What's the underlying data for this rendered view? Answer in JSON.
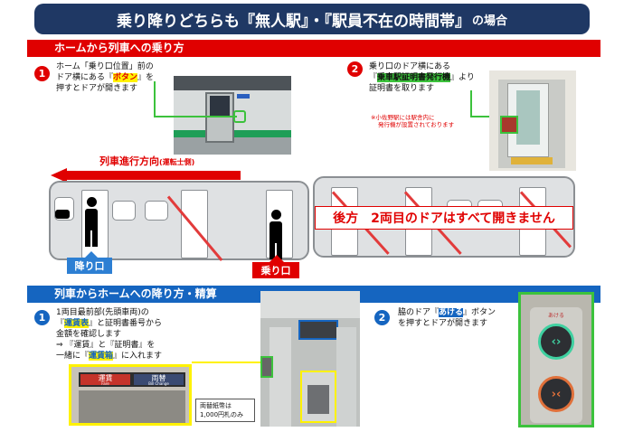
{
  "title": {
    "main": "乗り降りどちらも『無人駅』・『駅員不在の時間帯』",
    "suffix": "の場合"
  },
  "boarding": {
    "heading": "ホームから列車への乗り方",
    "step1": {
      "num": "1",
      "pre": "ホーム「乗り口位置」前の",
      "line2_pre": "ドア横にある『",
      "highlight": "ボタン",
      "line2_post": "』を",
      "line3": "押すとドアが開きます"
    },
    "step2": {
      "num": "2",
      "line1": "乗り口のドア横にある",
      "highlight": "乗車駅証明書発行機",
      "line2_pre": "『",
      "line2_post": "』より",
      "line3": "証明書を取ります",
      "note1": "※小佐野駅には駅舎内に",
      "note2": "発行機が設置されております"
    },
    "direction": {
      "label": "列車進行方向",
      "sub": "(運転士側)"
    },
    "rear_notice": "後方　2両目のドアはすべて開きません",
    "exit_label": "降り口",
    "entry_label": "乗り口"
  },
  "alighting": {
    "heading": "列車からホームへの降り方・精算",
    "step1": {
      "num": "1",
      "line1": "1両目最前部(先頭車両)の",
      "hl1": "運賃表",
      "line2_post": "』と証明書番号から",
      "line2_pre": "『",
      "line3": "金額を確認します",
      "line4": "⇒ 『運賃』と『証明書』を",
      "line5_pre": "一緒に『",
      "hl2": "運賃箱",
      "line5_post": "』に入れます"
    },
    "step2": {
      "num": "2",
      "line1_pre": "脇のドア『",
      "hl": "あける",
      "line1_post": "』ボタン",
      "line2": "を押すとドアが開きます"
    },
    "farebox": {
      "left": "運賃",
      "left_sub": "Fare",
      "right": "両替",
      "right_sub": "Bill Change"
    },
    "changer_note1": "両替紙幣は",
    "changer_note2": "1,000円札のみ",
    "panel_label": "あける"
  },
  "colors": {
    "navy": "#1f3864",
    "red": "#e00000",
    "blue": "#1565c0",
    "green": "#3cc23c",
    "yellow": "#fff200"
  }
}
